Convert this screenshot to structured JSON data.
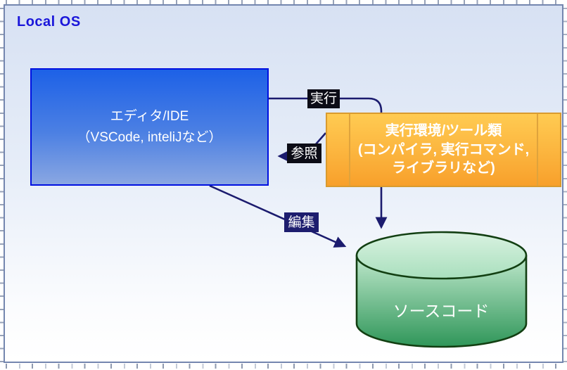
{
  "canvas": {
    "container_label": "Local OS"
  },
  "nodes": {
    "editor": {
      "title": "エディタ/IDE",
      "subtitle": "（VSCode, inteliJなど）"
    },
    "tools": {
      "title": "実行環境/ツール類",
      "subtitle": "(コンパイラ, 実行コマンド, ライブラリなど)"
    },
    "source": {
      "label": "ソースコード"
    }
  },
  "edges": {
    "execute": {
      "label": "実行",
      "from": "editor",
      "to": "tools"
    },
    "reference": {
      "label": "参照",
      "from": "tools",
      "to": "editor"
    },
    "edit": {
      "label": "編集",
      "from": "editor",
      "to": "source"
    },
    "tools_to_source": {
      "label": "",
      "from": "tools",
      "to": "source"
    }
  },
  "colors": {
    "container_border": "#7486af",
    "container_fill_top": "#d7e1f3",
    "container_fill_bottom": "#ffffff",
    "os_title_text": "#1a16da",
    "editor_border": "#0010e0",
    "editor_fill_top": "#1d61e7",
    "editor_fill_bottom": "#8aa7e2",
    "tools_border": "#d99b2f",
    "tools_fill_top": "#ffcb52",
    "tools_fill_bottom": "#f8a02b",
    "cylinder_border": "#123f12",
    "cylinder_fill_top": "#c4ead1",
    "cylinder_fill_bottom": "#2f9659",
    "arrow": "#1b1b6e",
    "edge_label_bg_dark": "#0c0c16",
    "edge_label_bg_navy": "#1d1d6e",
    "grid_tick": "#97a2b8"
  }
}
